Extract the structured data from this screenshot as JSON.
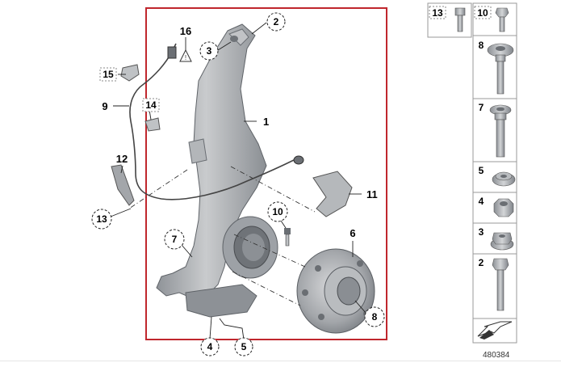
{
  "diagram": {
    "reference_number": "480384",
    "colors": {
      "frame": "#c0272d",
      "part": "#a9acb0",
      "part_dark": "#7d8186",
      "line": "#222222"
    },
    "main_callouts": [
      {
        "id": "c2",
        "label": "2",
        "style": "circle"
      },
      {
        "id": "c3",
        "label": "3",
        "style": "circle"
      },
      {
        "id": "c16",
        "label": "16",
        "style": "plain"
      },
      {
        "id": "c1",
        "label": "1",
        "style": "plain"
      },
      {
        "id": "c15",
        "label": "15",
        "style": "square"
      },
      {
        "id": "c9",
        "label": "9",
        "style": "plain"
      },
      {
        "id": "c14",
        "label": "14",
        "style": "square"
      },
      {
        "id": "c12",
        "label": "12",
        "style": "plain"
      },
      {
        "id": "c13",
        "label": "13",
        "style": "circle"
      },
      {
        "id": "c10",
        "label": "10",
        "style": "circle"
      },
      {
        "id": "c11",
        "label": "11",
        "style": "plain"
      },
      {
        "id": "c7",
        "label": "7",
        "style": "circle"
      },
      {
        "id": "c6",
        "label": "6",
        "style": "plain"
      },
      {
        "id": "c8",
        "label": "8",
        "style": "circle"
      },
      {
        "id": "c4",
        "label": "4",
        "style": "circle"
      },
      {
        "id": "c5",
        "label": "5",
        "style": "circle"
      }
    ],
    "sidebar_parts": [
      {
        "label": "13"
      },
      {
        "label": "10"
      },
      {
        "label": "8"
      },
      {
        "label": "7"
      },
      {
        "label": "5"
      },
      {
        "label": "4"
      },
      {
        "label": "3"
      },
      {
        "label": "2"
      }
    ]
  }
}
